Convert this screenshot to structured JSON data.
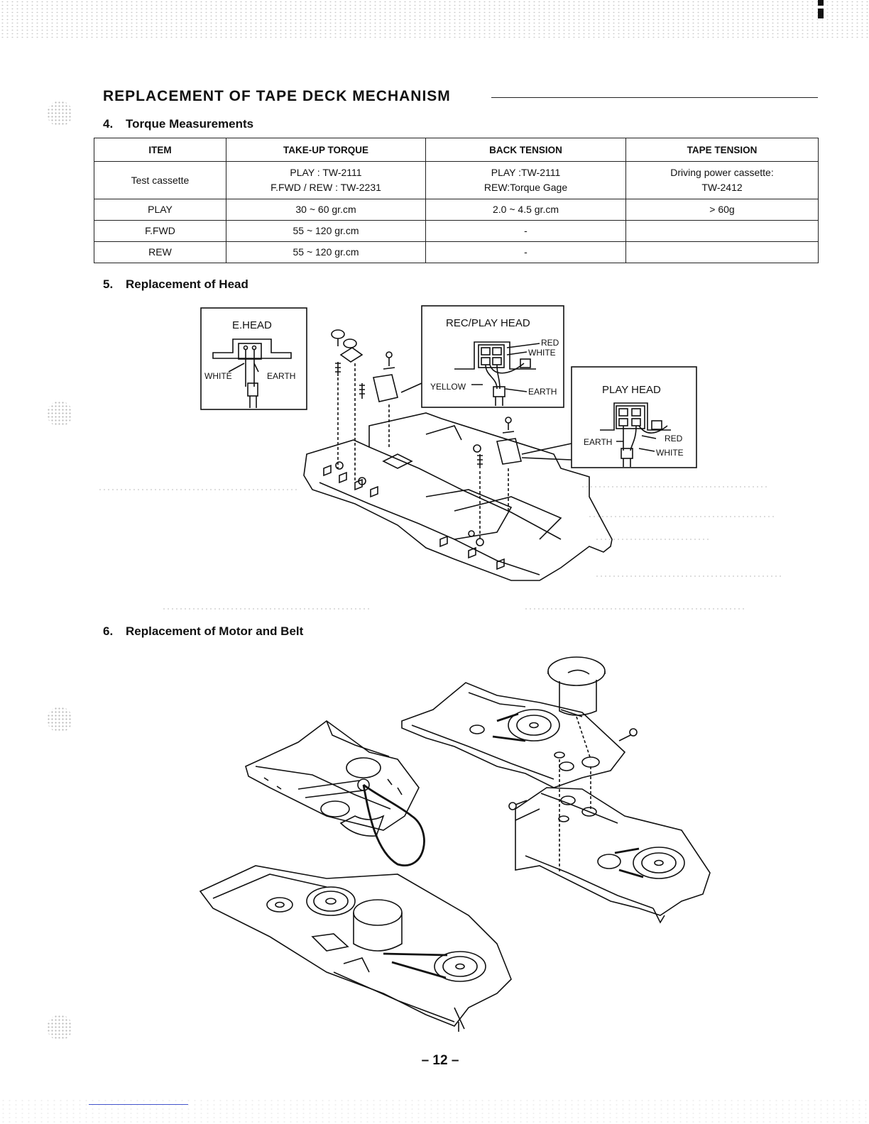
{
  "heading": {
    "title": "REPLACEMENT OF TAPE DECK MECHANISM"
  },
  "section4": {
    "number": "4.",
    "title": "Torque Measurements",
    "table": {
      "headers": [
        "ITEM",
        "TAKE-UP TORQUE",
        "BACK TENSION",
        "TAPE TENSION"
      ],
      "rows": [
        {
          "item": "Test cassette",
          "takeup_l1": "PLAY : TW-2111",
          "takeup_l2": "F.FWD / REW : TW-2231",
          "back_l1": "PLAY :TW-2111",
          "back_l2": "REW:Torque Gage",
          "tape_l1": "Driving power cassette:",
          "tape_l2": "TW-2412"
        },
        {
          "item": "PLAY",
          "takeup": "30 ~ 60 gr.cm",
          "back": "2.0 ~ 4.5 gr.cm",
          "tape": "> 60g"
        },
        {
          "item": "F.FWD",
          "takeup": "55 ~ 120 gr.cm",
          "back": "-",
          "tape": ""
        },
        {
          "item": "REW",
          "takeup": "55 ~ 120 gr.cm",
          "back": "-",
          "tape": ""
        }
      ]
    }
  },
  "section5": {
    "number": "5.",
    "title": "Replacement of Head",
    "ehead": {
      "title": "E.HEAD",
      "white": "WHITE",
      "earth": "EARTH"
    },
    "recplay": {
      "title": "REC/PLAY HEAD",
      "red": "RED",
      "white": "WHITE",
      "yellow": "YELLOW",
      "earth": "EARTH"
    },
    "playhead": {
      "title": "PLAY HEAD",
      "earth": "EARTH",
      "red": "RED",
      "white": "WHITE"
    }
  },
  "section6": {
    "number": "6.",
    "title": "Replacement of Motor and Belt"
  },
  "page_number": "– 12 –"
}
